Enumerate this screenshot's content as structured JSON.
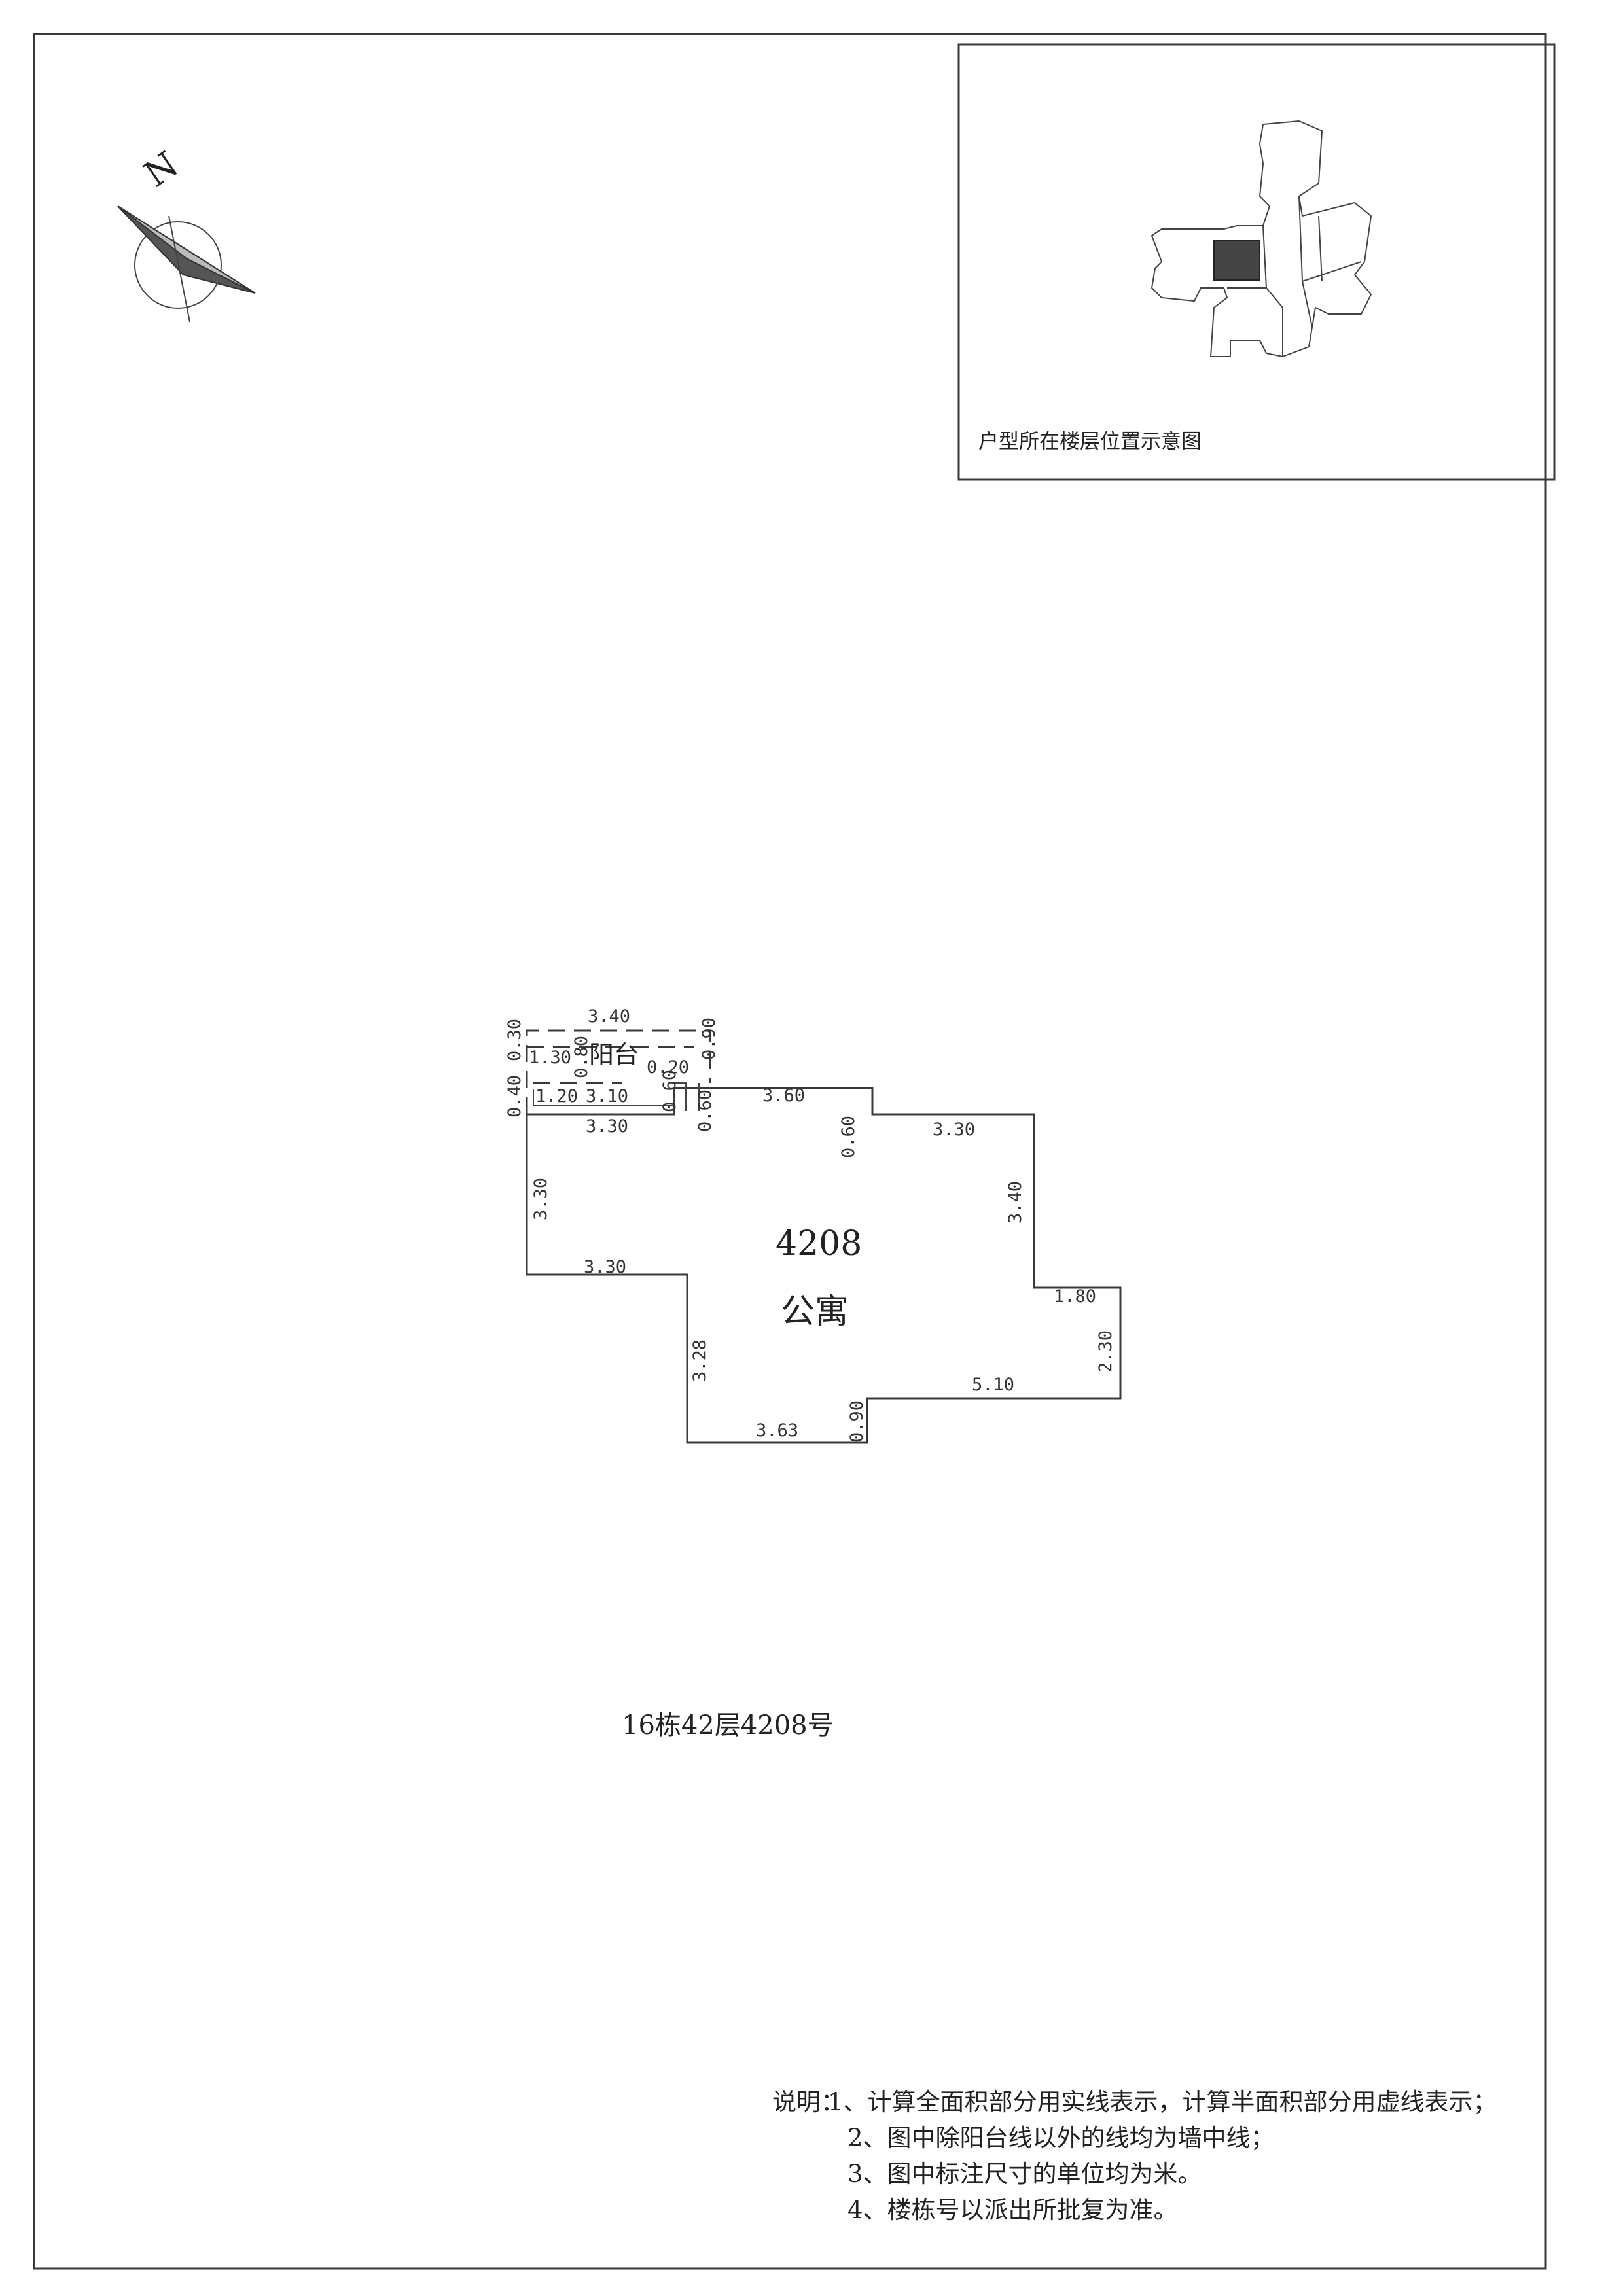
{
  "compass": {
    "north_label": "N"
  },
  "location_inset": {
    "caption": "户型所在楼层位置示意图"
  },
  "unit": {
    "number": "4208",
    "use": "公寓"
  },
  "balcony": {
    "label": "阳台"
  },
  "dimensions": {
    "balcony_width_top": "3.40",
    "balcony_left_depth": "0.30",
    "balcony_inner_left": "1.30",
    "balcony_inner_vertical": "0.80",
    "balcony_step_width": "0.20",
    "balcony_right_depth": "0.90",
    "wall_left_offset": "0.40",
    "wall_step_left": "1.20",
    "wall_step_mid": "3.10",
    "wall_step_vertical": "0.60",
    "wall_step_vertical_2": "0.60",
    "top_mid_run": "3.60",
    "top_left_run": "3.30",
    "top_right_drop": "0.60",
    "top_right_run": "3.30",
    "left_height": "3.30",
    "right_height": "3.40",
    "left_bottom_run": "3.30",
    "right_step_run": "1.80",
    "right_step_height": "2.30",
    "lower_left_height": "3.28",
    "bottom_right_run": "5.10",
    "bottom_run": "3.63",
    "bottom_step_height": "0.90"
  },
  "unit_address": "16栋42层4208号",
  "notes": {
    "heading": "说明：",
    "items": [
      "1、计算全面积部分用实线表示，计算半面积部分用虚线表示；",
      "2、图中除阳台线以外的线均为墙中线；",
      "3、图中标注尺寸的单位均为米。",
      "4、楼栋号以派出所批复为准。"
    ]
  }
}
